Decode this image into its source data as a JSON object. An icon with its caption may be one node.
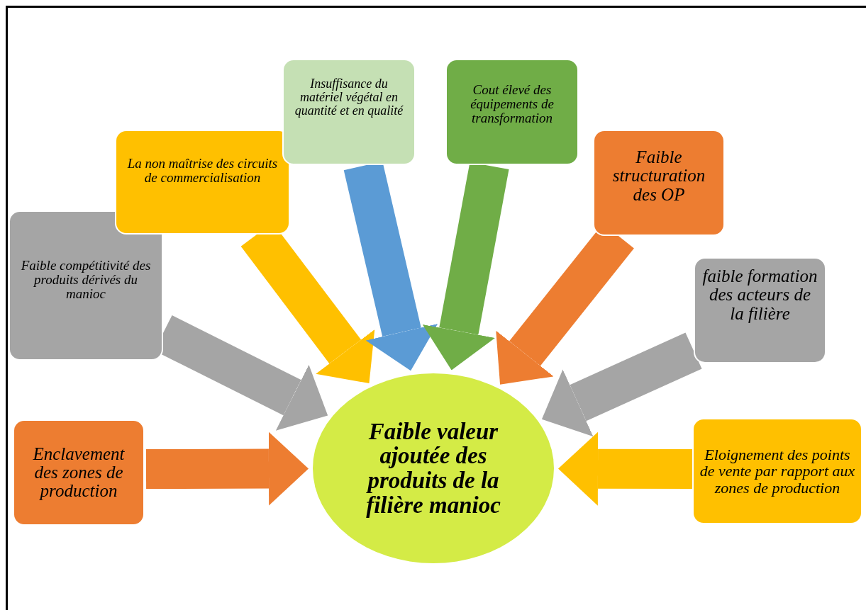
{
  "diagram": {
    "nodes": [
      {
        "text": [
          "Faible compétitivité des produits dérivés du manioc"
        ]
      },
      {
        "text": [
          "La non maîtrise des circuits de commercialisation"
        ]
      },
      {
        "text": [
          "Insuffisance du matériel végétal en quantité et en qualité"
        ]
      },
      {
        "text": [
          "Cout élevé des équipements de transformation"
        ]
      },
      {
        "text": [
          "Faible structuration des OP"
        ]
      },
      {
        "text": [
          "faible formation des acteurs de la filière"
        ]
      },
      {
        "text": [
          "Enclavement des zones de production"
        ]
      },
      {
        "text": [
          "Faible valeur ajoutée des produits de la filière manioc"
        ]
      },
      {
        "text": [
          "Eloignement des points de vente par rapport aux zones de production"
        ]
      }
    ],
    "edges": [
      {
        "from": 0,
        "to": 7,
        "arrow": "to",
        "color": "#a5a5a5"
      },
      {
        "from": 1,
        "to": 7,
        "arrow": "to",
        "color": "#ffc000"
      },
      {
        "from": 2,
        "to": 7,
        "arrow": "to",
        "color": "#5b9bd5"
      },
      {
        "from": 3,
        "to": 7,
        "arrow": "to",
        "color": "#70ad47"
      },
      {
        "from": 4,
        "to": 7,
        "arrow": "to",
        "color": "#ed7d31"
      },
      {
        "from": 5,
        "to": 7,
        "arrow": "to",
        "color": "#a5a5a5"
      },
      {
        "from": 6,
        "to": 7,
        "arrow": "to",
        "color": "#ed7d31"
      },
      {
        "from": 8,
        "to": 7,
        "arrow": "to",
        "color": "#ffc000"
      }
    ]
  }
}
